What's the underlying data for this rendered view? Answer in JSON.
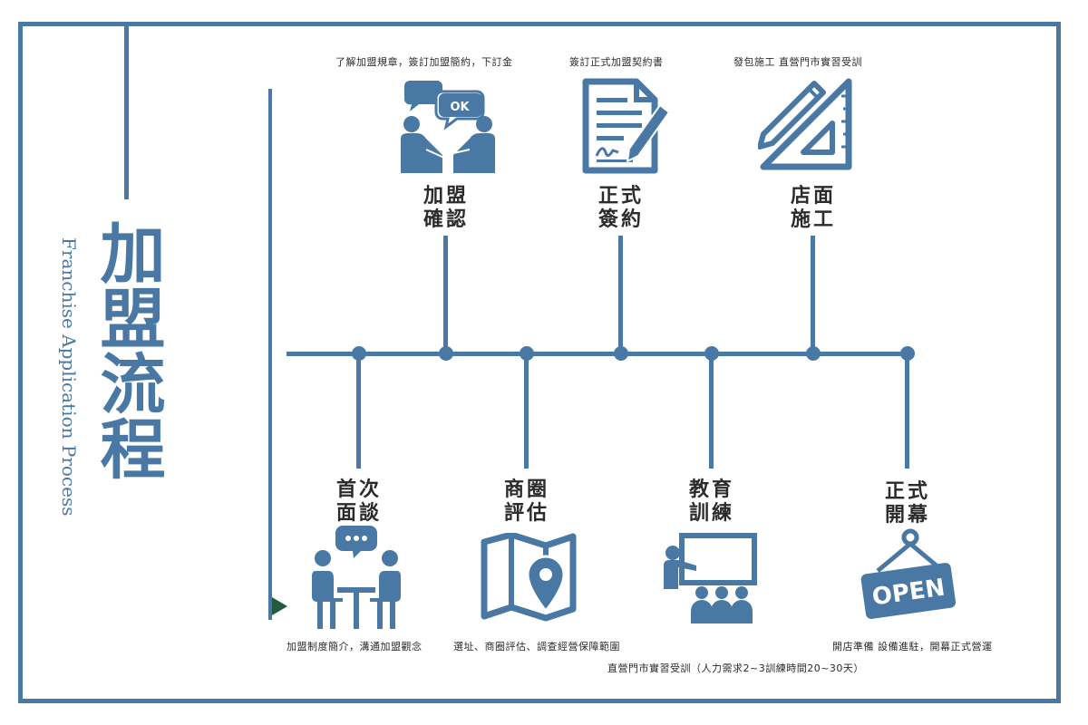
{
  "title": {
    "chinese": "加盟流程",
    "english": "Franchise Application Process"
  },
  "colors": {
    "primary": "#4a78a5",
    "arrow": "#245b3c",
    "text": "#2b2b2b"
  },
  "steps_top": [
    {
      "label_line1": "加盟",
      "label_line2": "確認",
      "note": "了解加盟規章，簽訂加盟簡約，下訂金",
      "icon": "handshake-chat-icon"
    },
    {
      "label_line1": "正式",
      "label_line2": "簽約",
      "note": "簽訂正式加盟契約書",
      "icon": "contract-pen-icon"
    },
    {
      "label_line1": "店面",
      "label_line2": "施工",
      "note": "發包施工 直營門市實習受訓",
      "icon": "set-square-pencil-icon"
    }
  ],
  "steps_bottom": [
    {
      "label_line1": "首次",
      "label_line2": "面談",
      "note": "加盟制度簡介，溝通加盟觀念",
      "icon": "meeting-table-icon"
    },
    {
      "label_line1": "商圈",
      "label_line2": "評估",
      "note": "選址、商圈評估、調查經營保障範圍",
      "icon": "map-pin-icon"
    },
    {
      "label_line1": "教育",
      "label_line2": "訓練",
      "note": "直營門市實習受訓（人力需求2~3訓練時間20~30天）",
      "icon": "classroom-icon"
    },
    {
      "label_line1": "正式",
      "label_line2": "開幕",
      "note": "開店準備 設備進駐，開幕正式營運",
      "icon": "open-sign-icon"
    }
  ],
  "open_sign_text": "OPEN",
  "ok_bubble_text": "OK"
}
